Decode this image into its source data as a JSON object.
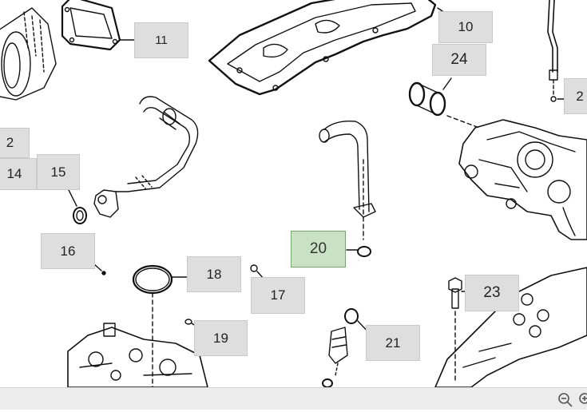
{
  "callouts": [
    {
      "id": "11",
      "label": "11"
    },
    {
      "id": "10",
      "label": "10"
    },
    {
      "id": "24",
      "label": "24"
    },
    {
      "id": "2_right",
      "label": "2"
    },
    {
      "id": "2_left",
      "label": "2"
    },
    {
      "id": "14",
      "label": "14"
    },
    {
      "id": "15",
      "label": "15"
    },
    {
      "id": "16",
      "label": "16"
    },
    {
      "id": "18",
      "label": "18"
    },
    {
      "id": "17",
      "label": "17"
    },
    {
      "id": "20",
      "label": "20",
      "selected": true
    },
    {
      "id": "19",
      "label": "19"
    },
    {
      "id": "21",
      "label": "21"
    },
    {
      "id": "23",
      "label": "23"
    }
  ],
  "toolbar": {
    "zoom_out_icon": "zoom-out-icon",
    "zoom_in_icon": "zoom-in-icon"
  },
  "colors": {
    "callout_bg": "#dedede",
    "callout_selected_bg": "#c9e2c3",
    "callout_selected_border": "#6cae5f",
    "line_art": "#111111"
  }
}
